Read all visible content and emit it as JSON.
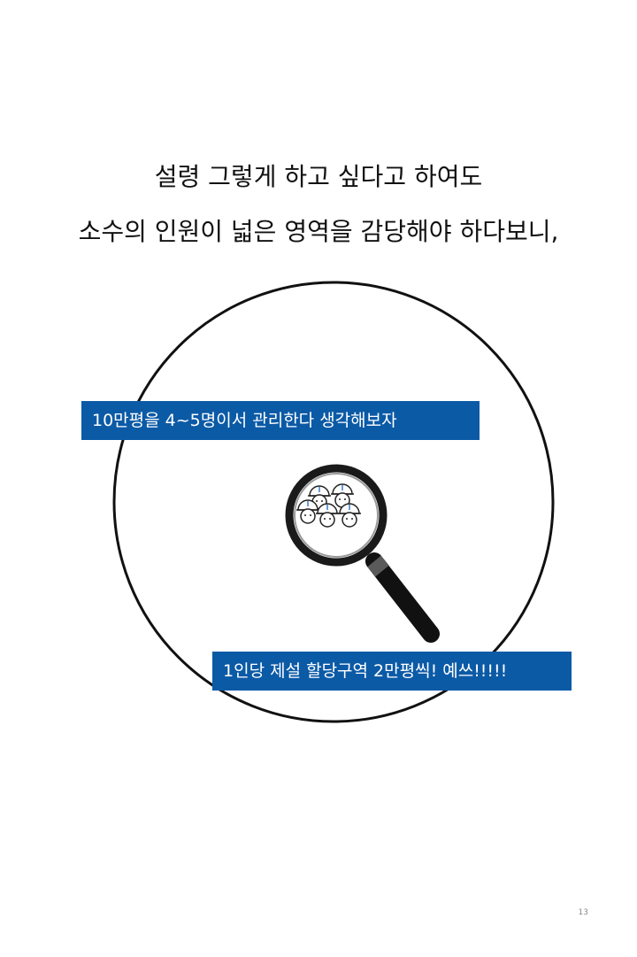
{
  "headline": {
    "line1": "설령 그렇게 하고 싶다고 하여도",
    "line2": "소수의 인원이 넓은 영역을 감당해야 하다보니,"
  },
  "callouts": {
    "top": "10만평을 4~5명이서 관리한다 생각해보자",
    "bottom": "1인당 제설 할당구역 2만평씩! 예쓰!!!!!"
  },
  "icons": {
    "circle": "area-circle-icon",
    "magnifier": "magnifying-glass-icon",
    "workers": "worker-helmet-icon"
  },
  "colors": {
    "callout_background": "#0b5aa6",
    "callout_text": "#ffffff",
    "headline_text": "#111111"
  },
  "page": {
    "number": "13"
  }
}
